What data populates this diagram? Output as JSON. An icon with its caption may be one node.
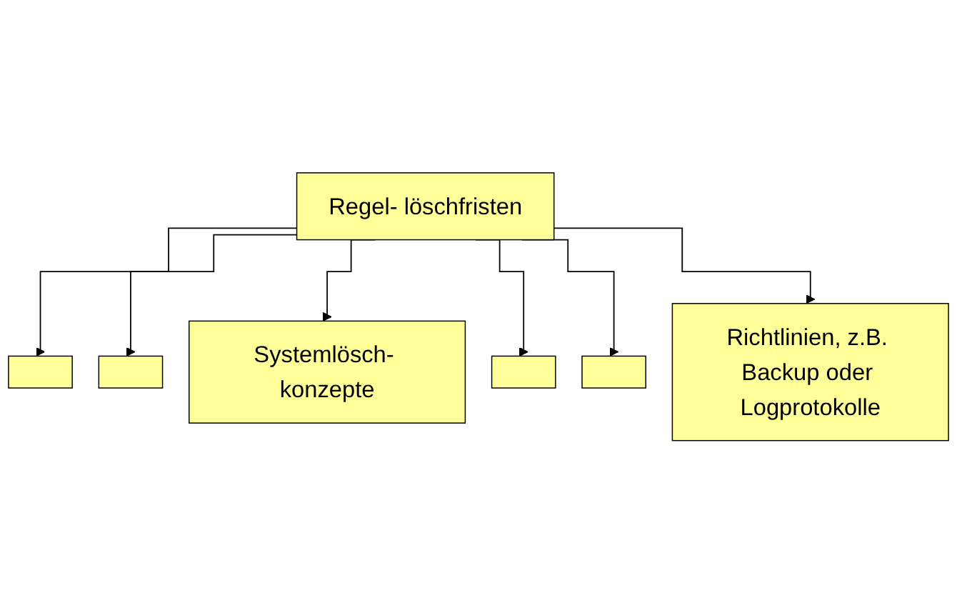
{
  "diagram": {
    "nodes": [
      {
        "text": [
          "Regel- löschfristen"
        ]
      },
      {
        "text": [],
        "shape": "box"
      },
      {
        "text": [],
        "shape": "box"
      },
      {
        "text": [
          "Systemlösch- konzepte"
        ]
      },
      {
        "text": [],
        "shape": "box"
      },
      {
        "text": [],
        "shape": "box"
      },
      {
        "text": [
          "Richtlinien, z.B. Backup oder Logprotokolle"
        ]
      }
    ],
    "edges": [
      {
        "from": 0,
        "to": 1,
        "arrow": "to"
      },
      {
        "from": 0,
        "to": 2,
        "arrow": "to"
      },
      {
        "from": 0,
        "to": 3,
        "arrow": "to"
      },
      {
        "from": 0,
        "to": 4,
        "arrow": "to"
      },
      {
        "from": 0,
        "to": 5,
        "arrow": "to"
      },
      {
        "from": 0,
        "to": 6,
        "arrow": "to"
      }
    ]
  }
}
